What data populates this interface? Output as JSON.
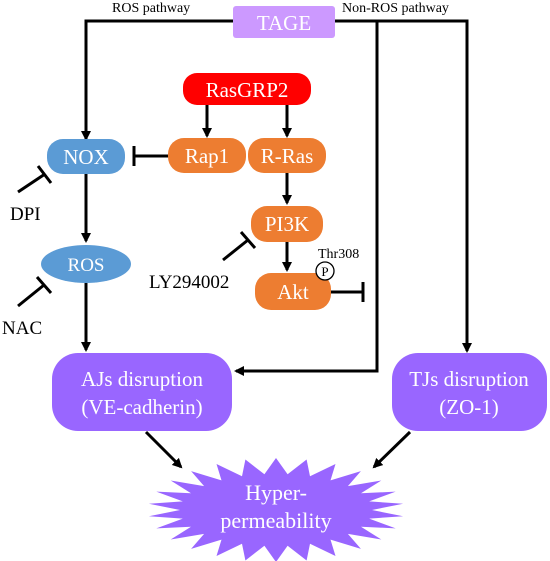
{
  "colors": {
    "tage": "#cc99ff",
    "rasgrp2": "#ff0000",
    "signal": "#ed7d31",
    "nox_ros": "#5b9bd5",
    "disruption": "#9966ff",
    "hyper": "#9966ff",
    "line": "#000000",
    "text_light": "#ffffff"
  },
  "labels": {
    "ros_pathway": "ROS pathway",
    "non_ros_pathway": "Non-ROS pathway",
    "thr308": "Thr308",
    "phospho": "P"
  },
  "nodes": {
    "tage": "TAGE",
    "rasgrp2": "RasGRP2",
    "rap1": "Rap1",
    "rras": "R-Ras",
    "nox": "NOX",
    "pi3k": "PI3K",
    "ros": "ROS",
    "akt": "Akt",
    "ajs_line1": "AJs disruption",
    "ajs_line2": "(VE-cadherin)",
    "tjs_line1": "TJs disruption",
    "tjs_line2": "(ZO-1)",
    "hyper_line1": "Hyper-",
    "hyper_line2": "permeability"
  },
  "inhibitors": {
    "dpi": "DPI",
    "ly294002": "LY294002",
    "nac": "NAC"
  }
}
